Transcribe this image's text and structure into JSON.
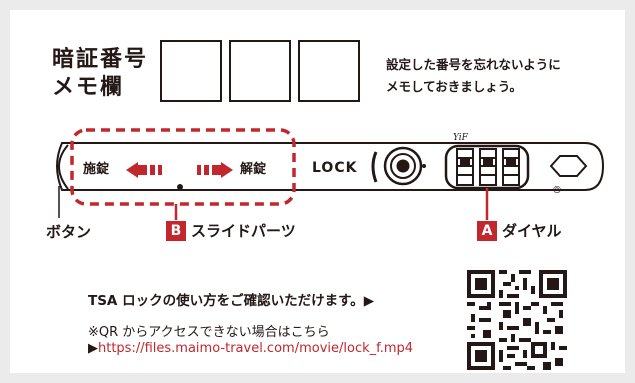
{
  "memo": {
    "title_line1": "暗証番号",
    "title_line2": "メモ欄",
    "note_line1": "設定した番号を忘れないように",
    "note_line2": "メモしておきましょう。",
    "digit_boxes": 3
  },
  "lock_diagram": {
    "slide_left_label": "施錠",
    "slide_right_label": "解錠",
    "lock_word": "LOCK",
    "brand_mark": "YiF",
    "registered_mark": "®"
  },
  "labels": {
    "button": "ボタン",
    "slide_part_badge": "B",
    "slide_part": "スライドパーツ",
    "dial_badge": "A",
    "dial": "ダイヤル"
  },
  "footer": {
    "tsa_guide": "TSA ロックの使い方をご確認いただけます。▶",
    "fallback_text": "※QR からアクセスできない場合はこちら",
    "url_arrow": "▶",
    "url": "https://files.maimo-travel.com/movie/lock_f.mp4"
  },
  "colors": {
    "accent": "#c2272d",
    "ink": "#231815",
    "background": "#ebebeb",
    "card": "#ffffff"
  },
  "icons": {
    "lock_arrow": "arrow-icon",
    "keyhole": "keyhole-icon",
    "qr": "qr-code-icon"
  }
}
